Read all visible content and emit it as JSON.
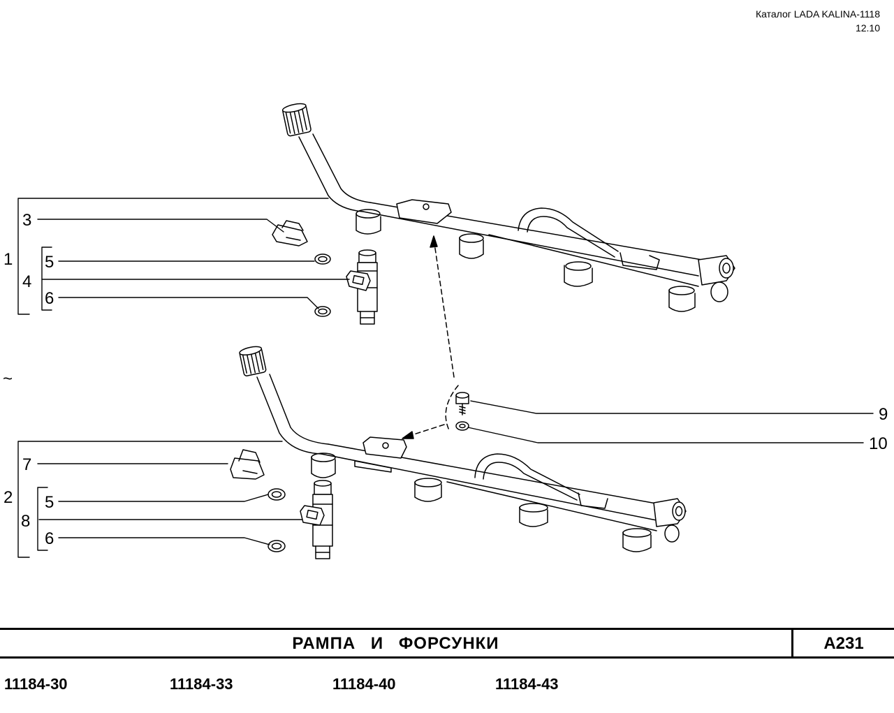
{
  "header": {
    "catalog": "Каталог LADA KALINA-1118",
    "date": "12.10"
  },
  "callouts": {
    "c1": "1",
    "c2": "2",
    "c3": "3",
    "c4": "4",
    "c5a": "5",
    "c6a": "6",
    "c7": "7",
    "c8": "8",
    "c5b": "5",
    "c6b": "6",
    "c9": "9",
    "c10": "10",
    "tilde": "~"
  },
  "title_block": {
    "title": "РАМПА И ФОРСУНКИ",
    "code": "A231"
  },
  "models": [
    "11184-30",
    "11184-33",
    "11184-40",
    "11184-43"
  ]
}
